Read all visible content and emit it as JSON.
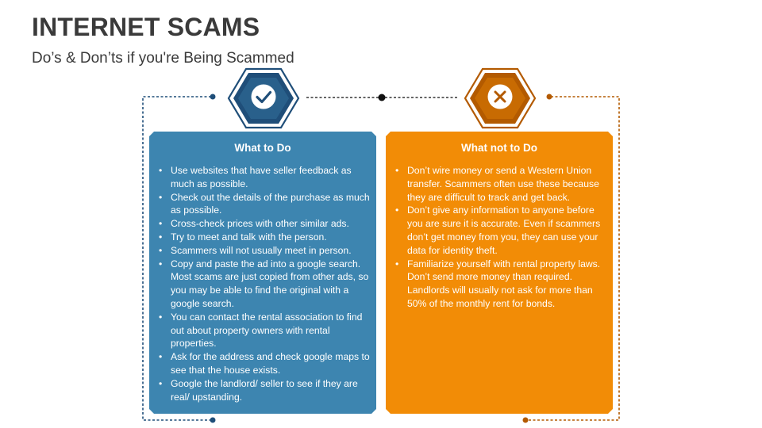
{
  "header": {
    "title": "INTERNET SCAMS",
    "subtitle": "Do’s & Don’ts if you're Being Scammed"
  },
  "colors": {
    "do_accent": "#3d85b0",
    "do_hex_dark": "#1f4e79",
    "dont_accent": "#f28c06",
    "dont_hex_dark": "#b35a00",
    "title_text": "#3a3a3a"
  },
  "do_card": {
    "icon": "check-icon",
    "heading": "What to Do",
    "items": [
      "Use websites that have seller feedback as much as possible.",
      "Check out the details of the purchase as much as possible.",
      "Cross-check prices with other similar ads.",
      "Try to meet and talk with the person.",
      "Scammers will not usually meet in person.",
      "Copy and paste the ad into a google search. Most scams are just copied from other ads, so you may be able to find the original with a google search.",
      "You can contact the rental association to find out about property owners with rental properties.",
      "Ask for the address and check google maps to see that the house exists.",
      "Google the landlord/ seller to see if they are real/ upstanding."
    ]
  },
  "dont_card": {
    "icon": "x-icon",
    "heading": "What not to Do",
    "items": [
      "Don’t wire money or send a Western Union transfer. Scammers often use these because they are difficult to track and get back.",
      "Don’t give any information to anyone before you are sure it is accurate. Even if scammers don’t get money from you, they can use your data for identity theft.",
      "Familiarize yourself with rental property laws. Don’t send more money than required. Landlords will usually not ask for more than 50% of the monthly rent for bonds."
    ]
  }
}
